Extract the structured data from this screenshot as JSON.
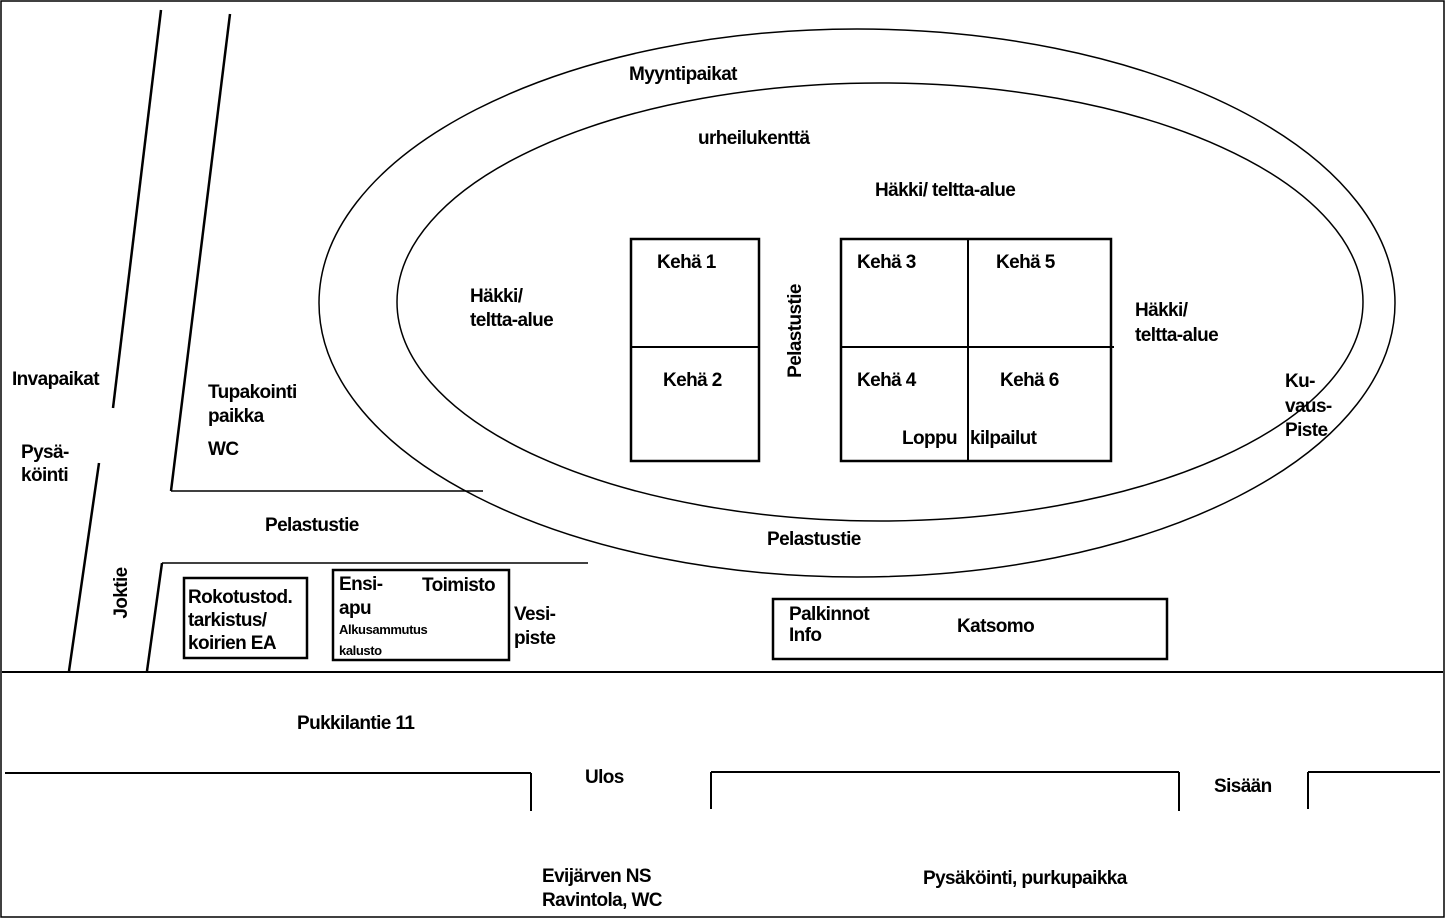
{
  "map": {
    "labels": {
      "myyntipaikat": "Myyntipaikat",
      "urheilukentta": "urheilukenttä",
      "hakki_top": "Häkki/ teltta-alue",
      "hakki_left_1": "Häkki/",
      "hakki_left_2": "teltta-alue",
      "hakki_right_1": "Häkki/",
      "hakki_right_2": "teltta-alue",
      "keha1": "Kehä 1",
      "keha2": "Kehä 2",
      "keha3": "Kehä 3",
      "keha4": "Kehä 4",
      "keha5": "Kehä 5",
      "keha6": "Kehä 6",
      "loppu": "Loppu",
      "kilpailut": "kilpailut",
      "pelastustie_vertical": "Pelastustie",
      "pelastustie_left": "Pelastustie",
      "pelastustie_center": "Pelastustie",
      "invapaikat": "Invapaikat",
      "pysakointi_1": "Pysä-",
      "pysakointi_2": "köinti",
      "tupakointi_1": "Tupakointi",
      "tupakointi_2": "paikka",
      "wc": "WC",
      "joktie": "Joktie",
      "kuvaus_1": "Ku-",
      "kuvaus_2": "vaus-",
      "kuvaus_3": "Piste",
      "rokotus_1": "Rokotustod.",
      "rokotus_2": "tarkistus/",
      "rokotus_3": "koirien EA",
      "ensi_1": "Ensi-",
      "ensi_2": "apu",
      "toimisto": "Toimisto",
      "alkusammutus_1": "Alkusammutus",
      "alkusammutus_2": "kalusto",
      "vesi_1": "Vesi-",
      "vesi_2": "piste",
      "palkinnot": "Palkinnot",
      "info": "Info",
      "katsomo": "Katsomo",
      "pukkilantie": "Pukkilantie 11",
      "ulos": "Ulos",
      "sisaan": "Sisään",
      "evijarvi_1": "Evijärven NS",
      "evijarvi_2": "Ravintola, WC",
      "pysakointi_purku": "Pysäköinti, purkupaikka"
    }
  }
}
